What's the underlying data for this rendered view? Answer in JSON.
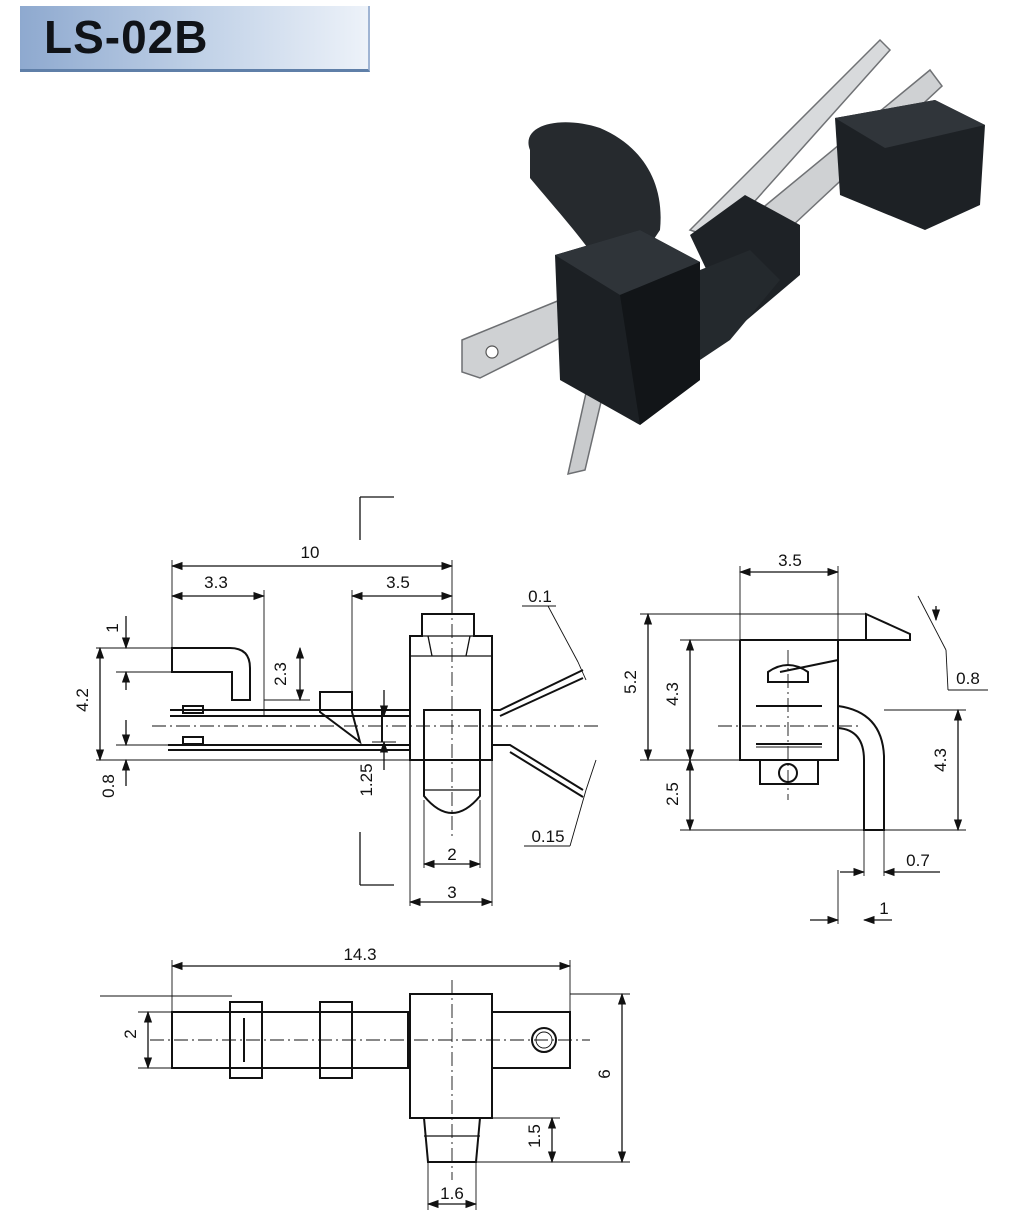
{
  "title": "LS-02B",
  "photo": {
    "icon": "switch-photo-icon"
  },
  "front_view": {
    "dims": {
      "overall_length": "10",
      "lever_width": "3.3",
      "body_offset": "3.5",
      "lever_height": "1",
      "overall_height": "4.2",
      "lever_drop": "2.3",
      "base_thickness": "0.8",
      "actuator_depth": "1.25",
      "terminal_top": "0.1",
      "terminal_bottom": "0.15",
      "actuator_width": "2",
      "body_width": "3"
    }
  },
  "side_view": {
    "dims": {
      "width": "3.5",
      "lever_thickness": "0.8",
      "total_height": "5.2",
      "body_height": "4.3",
      "terminal_height": "4.3",
      "bottom_offset": "2.5",
      "terminal_thickness": "0.7",
      "terminal_width": "1"
    }
  },
  "top_view": {
    "dims": {
      "overall_length": "14.3",
      "shaft_width": "2",
      "overall_width": "6",
      "tip_length": "1.5",
      "tip_width": "1.6"
    }
  }
}
